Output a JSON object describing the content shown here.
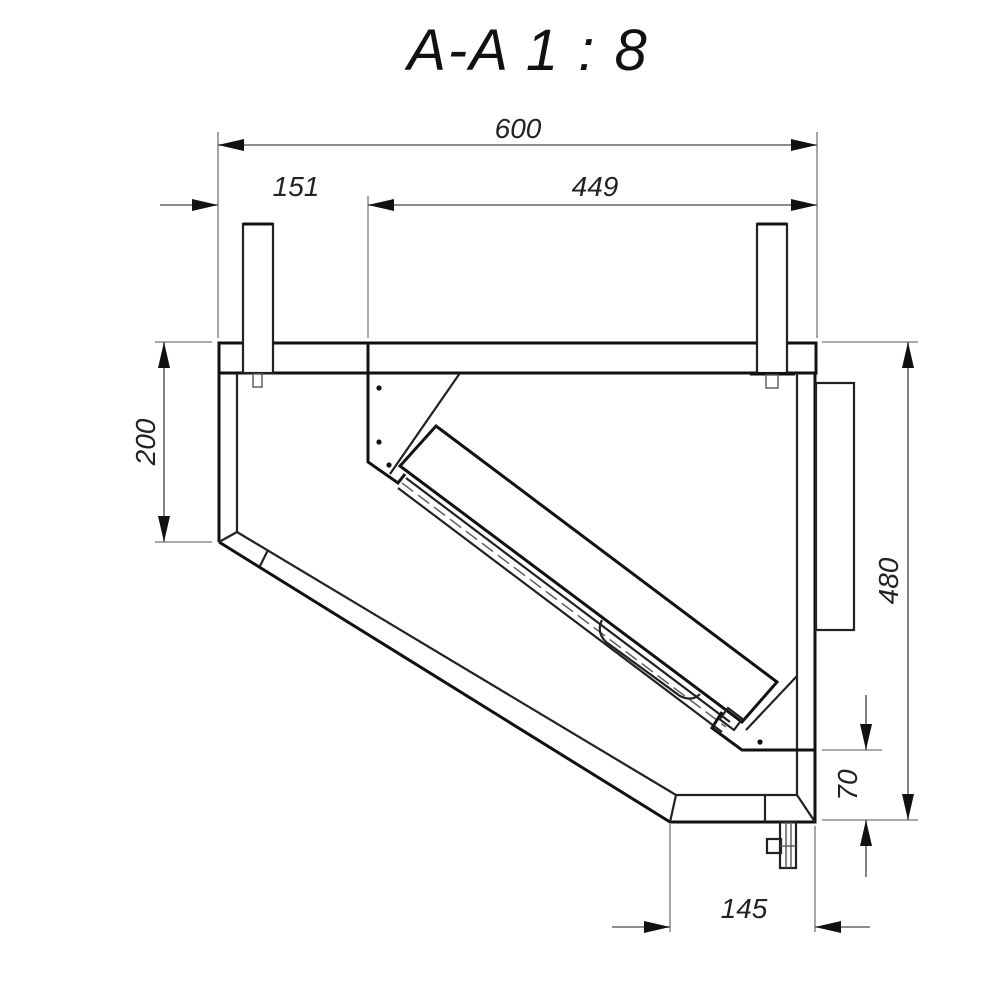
{
  "title": "A-A 1 : 8",
  "view": {
    "section_label": "A-A",
    "scale": "1 : 8"
  },
  "dimensions": {
    "overall_width": "600",
    "left_offset": "151",
    "right_span": "449",
    "front_height": "200",
    "overall_height": "480",
    "bottom_step": "70",
    "bottom_depth": "145"
  },
  "colors": {
    "line": "#111111",
    "dimension_line": "#666666",
    "background": "#ffffff"
  }
}
